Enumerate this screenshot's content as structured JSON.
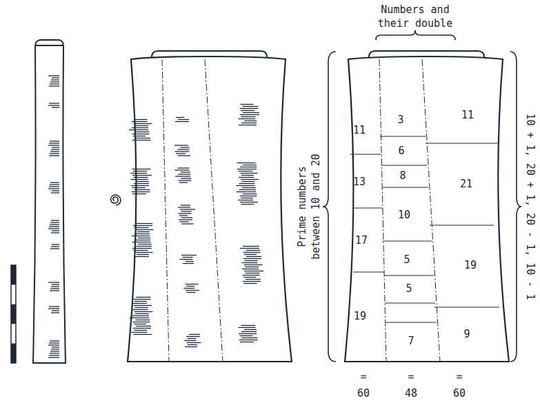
{
  "diagram": {
    "labels": [
      "Numbers and their double",
      "Prime numbers between 10 and 20",
      "10 + 1, 20 + 1, 20 - 1, 10 - 1",
      "11",
      "13",
      "17",
      "19",
      "3",
      "6",
      "8",
      "10",
      "5",
      "5",
      "7",
      "11",
      "21",
      "19",
      "9",
      "=",
      "60",
      "=",
      "48",
      "=",
      "60"
    ]
  }
}
